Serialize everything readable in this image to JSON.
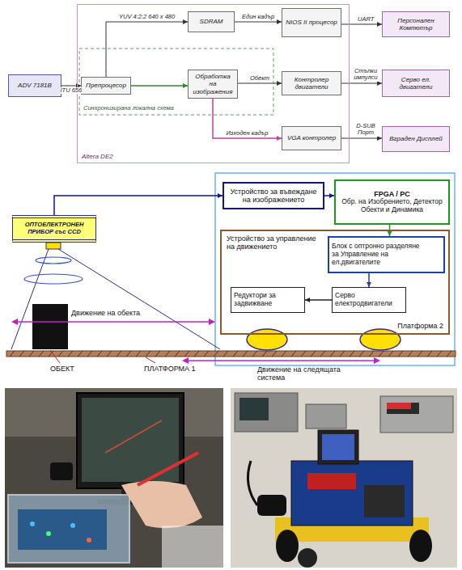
{
  "diagram": {
    "nodes": [
      {
        "text": [
          "Altera DE2"
        ]
      },
      {
        "text": [
          "ADV 7181B"
        ]
      },
      {
        "text": [
          "Препроцесор"
        ],
        "in": 0
      },
      {
        "text": [
          "SDRAM"
        ],
        "in": 0
      },
      {
        "text": [
          "NIOS II процесор"
        ],
        "in": 0
      },
      {
        "text": [
          "Обработка на изображения"
        ],
        "in": 0
      },
      {
        "text": [
          "Контролер двигатели"
        ],
        "in": 0
      },
      {
        "text": [
          "VGA контролер"
        ],
        "in": 0
      },
      {
        "text": [
          "Персонален Компютър"
        ]
      },
      {
        "text": [
          "Серво ел. двигатели"
        ]
      },
      {
        "text": [
          "Вграден Дисплей"
        ]
      },
      {
        "text": [
          "ОПТОЕЛЕКТРОНЕН ПРИБОР със CCD"
        ]
      },
      {
        "text": [
          "Устройство за въвеждане на изображението"
        ]
      },
      {
        "text": [
          "FPGA / PC",
          "Обр. на Изобрението, Детектор Обекти и Динамика"
        ]
      },
      {
        "text": [
          "Устройство за управление на движението",
          "Платформа 2"
        ]
      },
      {
        "text": [
          "Блок с оптронно разделяне за Управление на ел.двигателите"
        ],
        "in": 14
      },
      {
        "text": [
          "Редуктори за задвижване"
        ],
        "in": 14
      },
      {
        "text": [
          "Серво електродвигатели"
        ],
        "in": 14
      }
    ],
    "edges": [
      {
        "from": 1,
        "to": 2,
        "label": "ITU 656",
        "arrow": "to"
      },
      {
        "from": 2,
        "to": 3,
        "label": "YUV 4:2:2 640 x 480",
        "arrow": "to"
      },
      {
        "from": 3,
        "to": 4,
        "label": "Един кадър",
        "arrow": "to"
      },
      {
        "from": 4,
        "to": 8,
        "label": "UART",
        "arrow": "to"
      },
      {
        "from": 2,
        "to": 5,
        "arrow": "to"
      },
      {
        "from": 5,
        "to": 6,
        "label": "Обект",
        "arrow": "to"
      },
      {
        "from": 6,
        "to": 9,
        "label": "Стъпки импулси",
        "arrow": "to"
      },
      {
        "from": 5,
        "to": 7,
        "label": "Изходен кадър",
        "arrow": "to"
      },
      {
        "from": 7,
        "to": 10,
        "label": "D-SUB Порт",
        "arrow": "to"
      },
      {
        "from": 11,
        "to": 12,
        "arrow": "to"
      },
      {
        "from": 12,
        "to": 13,
        "arrow": "to"
      },
      {
        "from": 13,
        "to": 15,
        "arrow": "to"
      },
      {
        "from": 15,
        "to": 17,
        "arrow": "to"
      },
      {
        "from": 17,
        "to": 16,
        "arrow": "to"
      }
    ],
    "labels": [
      "Синхронизирана локална схема",
      "Движение на обекта",
      "ОБЕКТ",
      "ПЛАТФОРМА 1",
      "Движение на следящата система"
    ]
  }
}
